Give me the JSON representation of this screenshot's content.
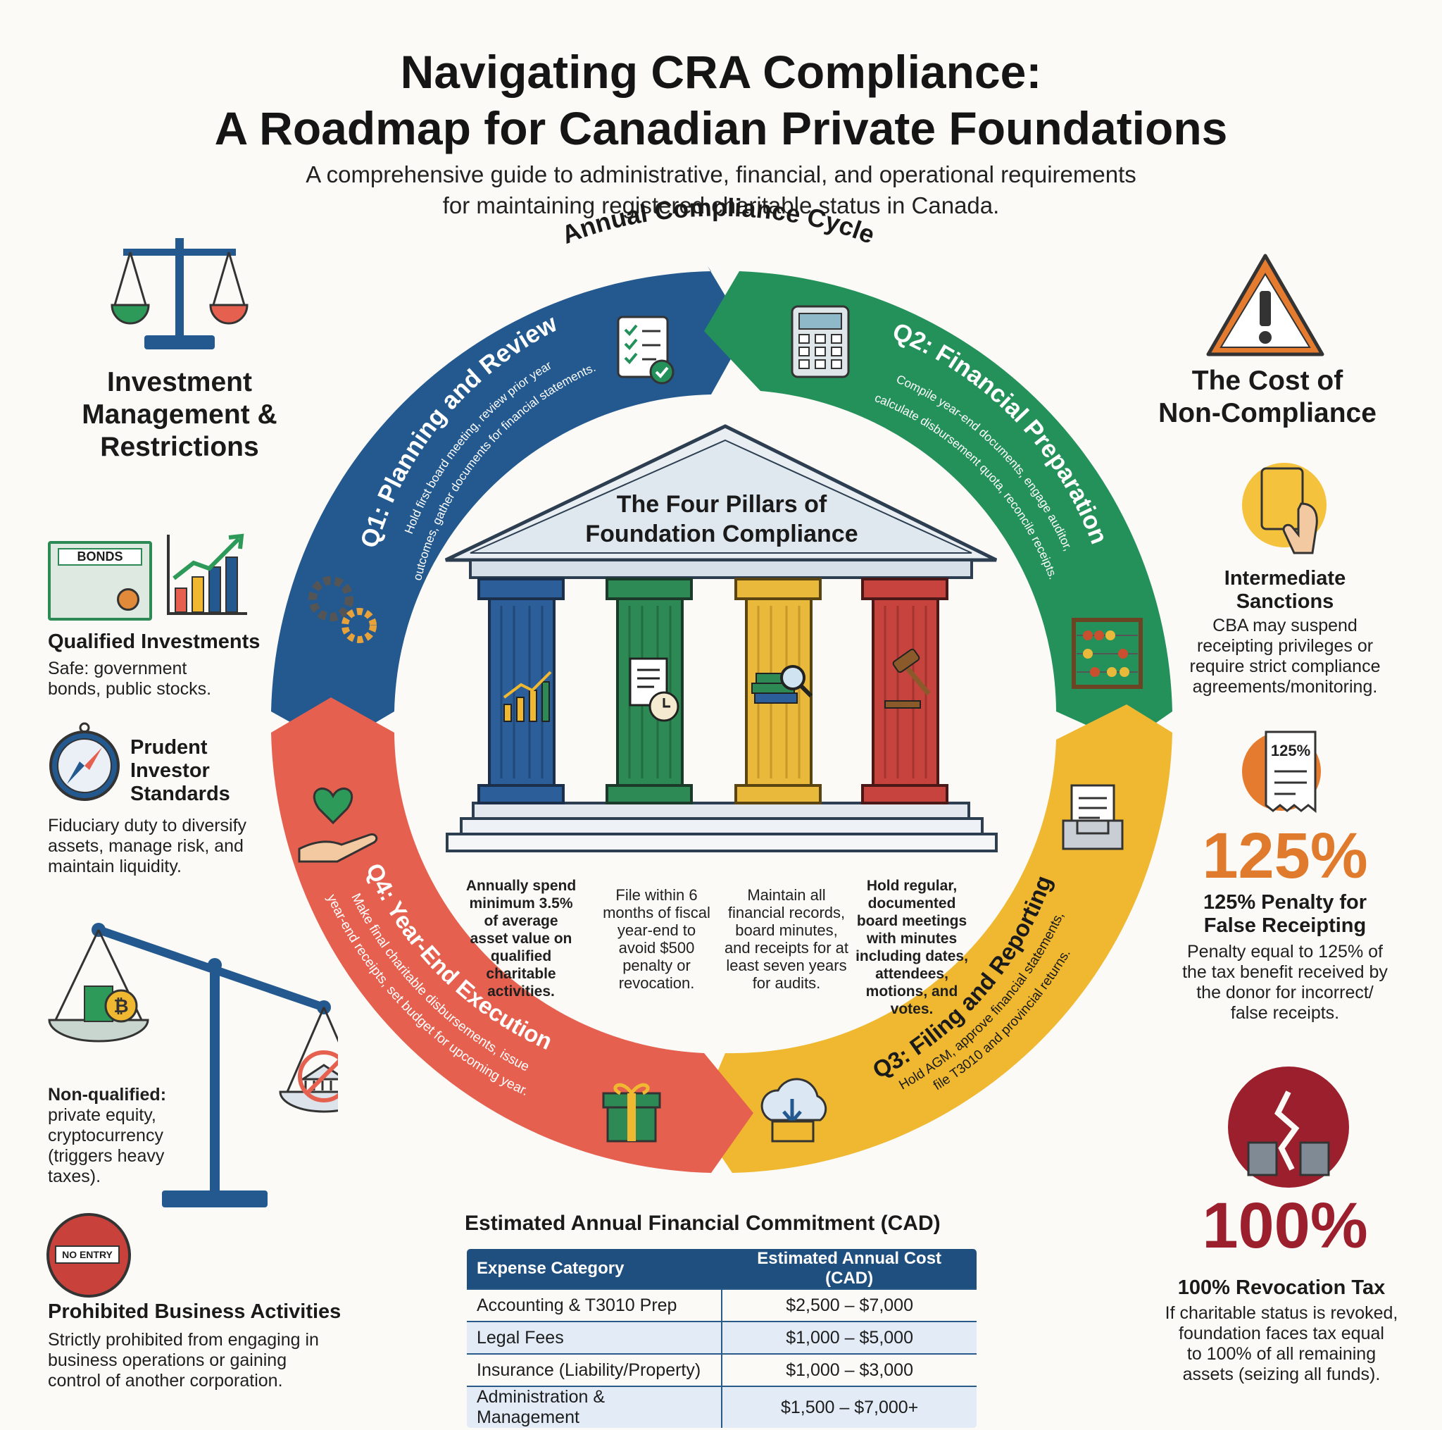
{
  "header": {
    "title_line1": "Navigating CRA Compliance:",
    "title_line2": "A Roadmap for Canadian Private Foundations",
    "subtitle_line1": "A comprehensive guide to administrative, financial, and operational requirements",
    "subtitle_line2": "for maintaining registered charitable status in Canada."
  },
  "cycle": {
    "title": "Annual Compliance Cycle",
    "q1": {
      "title": "Q1: Planning and Review",
      "desc_line1": "Hold first board meeting, review prior year",
      "desc_line2": "outcomes, gather documents for financial statements.",
      "color": "#23598f",
      "icon": "checklist-icon"
    },
    "q2": {
      "title": "Q2: Financial Preparation",
      "desc_line1": "Compile year-end documents, engage auditor,",
      "desc_line2": "calculate disbursement quota, reconcile receipts.",
      "color": "#25915a",
      "icon": "calculator-icon"
    },
    "q3": {
      "title": "Q3: Filing and Reporting",
      "desc_line1": "Hold AGM, approve financial statements,",
      "desc_line2": "file T3010 and provincial returns.",
      "color": "#efb830",
      "icon": "inbox-tray-icon"
    },
    "q4": {
      "title": "Q4: Year-End Execution",
      "desc_line1": "Make final charitable disbursements, issue",
      "desc_line2": "year-end receipts, set budget for upcoming year.",
      "color": "#e5604f",
      "icon": "gift-icon"
    }
  },
  "pillars": {
    "title_line1": "The Four Pillars of",
    "title_line2": "Foundation Compliance",
    "items": [
      {
        "text": "Annually spend minimum 3.5% of average asset value on qualified charitable activities.",
        "color": "#2c5f99",
        "icon": "growth-chart-icon"
      },
      {
        "text": "File within 6 months of fiscal year-end to avoid $500 penalty or revocation.",
        "color": "#2d8a55",
        "icon": "document-clock-icon"
      },
      {
        "text": "Maintain all financial records, board minutes, and receipts for at least seven years for audits.",
        "color": "#e8b93a",
        "icon": "books-magnifier-icon"
      },
      {
        "text": "Hold regular, documented board meetings with minutes including dates, attendees, motions, and votes.",
        "color": "#c7433e",
        "icon": "gavel-icon"
      }
    ]
  },
  "investment": {
    "heading_line1": "Investment",
    "heading_line2": "Management &",
    "heading_line3": "Restrictions",
    "qualified_title": "Qualified Investments",
    "qualified_line1": "Safe: government",
    "qualified_line2": "bonds, public stocks.",
    "bonds_label": "BONDS",
    "prudent_line1": "Prudent",
    "prudent_line2": "Investor",
    "prudent_line3": "Standards",
    "prudent_text1": "Fiduciary duty to diversify",
    "prudent_text2": "assets, manage risk, and",
    "prudent_text3": "maintain liquidity.",
    "nonq_line1": "Non-qualified:",
    "nonq_line2": "private equity,",
    "nonq_line3": "cryptocurrency",
    "nonq_line4": "(triggers heavy",
    "nonq_line5": "taxes).",
    "no_entry_label": "NO ENTRY",
    "prohibited_title": "Prohibited Business Activities",
    "prohibited_line1": "Strictly prohibited from engaging in",
    "prohibited_line2": "business operations or gaining",
    "prohibited_line3": "control of another corporation."
  },
  "noncompliance": {
    "heading_line1": "The Cost of",
    "heading_line2": "Non-Compliance",
    "sanctions_line1": "Intermediate",
    "sanctions_line2": "Sanctions",
    "sanctions_text1": "CBA may suspend",
    "sanctions_text2": "receipting privileges or",
    "sanctions_text3": "require strict compliance",
    "sanctions_text4": "agreements/monitoring.",
    "receipt_label": "125%",
    "penalty_pct": "125%",
    "penalty_title1": "125% Penalty for",
    "penalty_title2": "False Receipting",
    "penalty_text1": "Penalty equal to 125% of",
    "penalty_text2": "the tax benefit received by",
    "penalty_text3": "the donor for incorrect/",
    "penalty_text4": "false receipts.",
    "revocation_pct": "100%",
    "revocation_title": "100% Revocation Tax",
    "revocation_text1": "If charitable status is revoked,",
    "revocation_text2": "foundation faces tax equal",
    "revocation_text3": "to 100% of all remaining",
    "revocation_text4": "assets (seizing all funds).",
    "accent_orange": "#e07a2c",
    "accent_red": "#9c1f2e"
  },
  "costs": {
    "title": "Estimated Annual Financial Commitment (CAD)",
    "headers": [
      "Expense Category",
      "Estimated Annual Cost (CAD)"
    ],
    "rows": [
      [
        "Accounting & T3010 Prep",
        "$2,500 – $7,000"
      ],
      [
        "Legal Fees",
        "$1,000 – $5,000"
      ],
      [
        "Insurance (Liability/Property)",
        "$1,000 – $3,000"
      ],
      [
        "Administration & Management",
        "$1,500 – $7,000+"
      ]
    ]
  }
}
